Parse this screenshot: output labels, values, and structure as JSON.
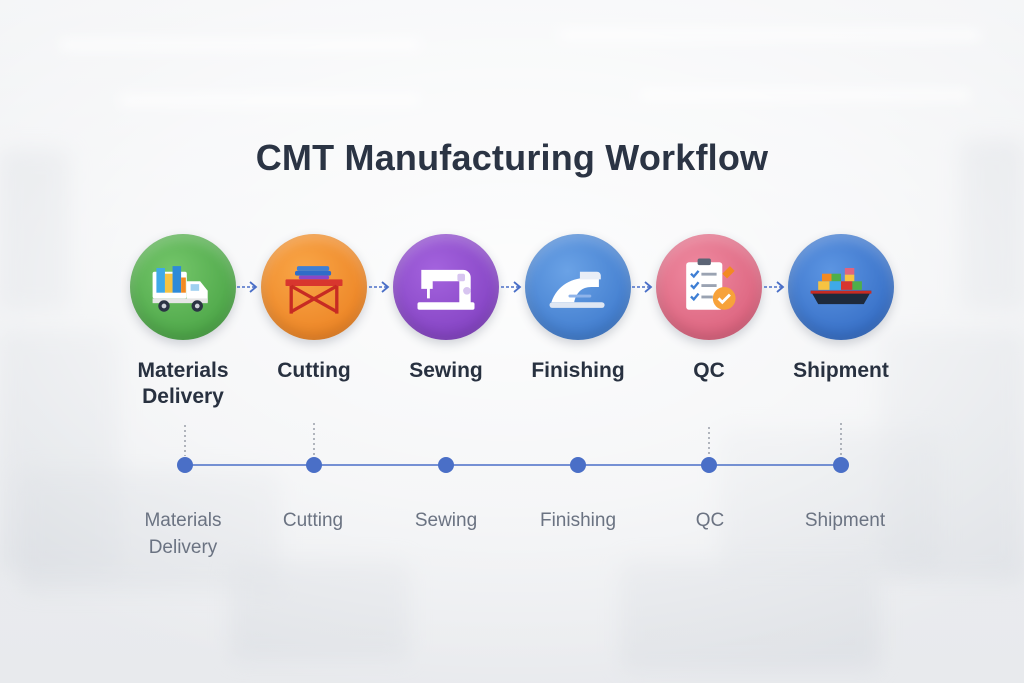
{
  "title": "CMT Manufacturing Workflow",
  "colors": {
    "materials": "#4fae4a",
    "cutting": "#f28a22",
    "sewing": "#8a47c9",
    "finishing": "#3f7fd4",
    "qc": "#e0647e",
    "shipment": "#2f6cc8",
    "timeline": "#4a6fc7"
  },
  "steps": [
    {
      "id": "materials",
      "icon": "delivery-truck-icon",
      "label": "Materials Delivery",
      "timeline_label": "Materials Delivery"
    },
    {
      "id": "cutting",
      "icon": "cutting-table-icon",
      "label": "Cutting",
      "timeline_label": "Cutting"
    },
    {
      "id": "sewing",
      "icon": "sewing-machine-icon",
      "label": "Sewing",
      "timeline_label": "Sewing"
    },
    {
      "id": "finishing",
      "icon": "iron-icon",
      "label": "Finishing",
      "timeline_label": "Finishing"
    },
    {
      "id": "qc",
      "icon": "checklist-icon",
      "label": "QC",
      "timeline_label": "QC"
    },
    {
      "id": "shipment",
      "icon": "cargo-ship-icon",
      "label": "Shipment",
      "timeline_label": "Shipment"
    }
  ]
}
